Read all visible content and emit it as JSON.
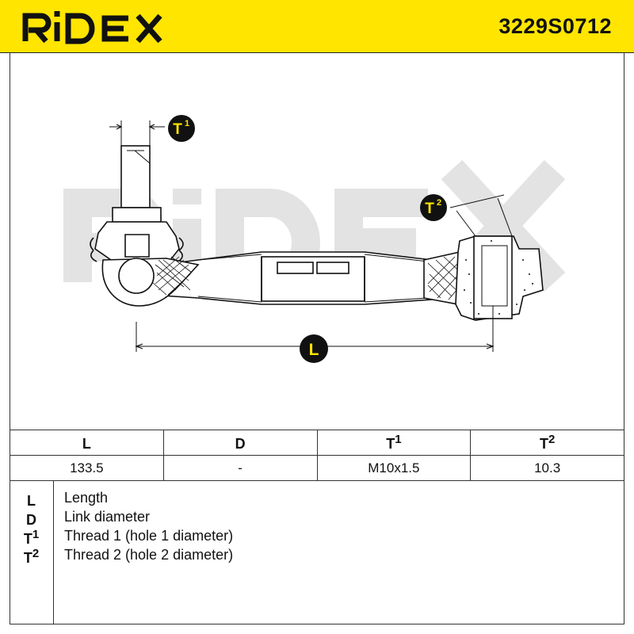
{
  "header": {
    "brand": "RIDEX",
    "part_number": "3229S0712",
    "background_color": "#ffe500"
  },
  "drawing": {
    "watermark": "RIDEX",
    "callouts": {
      "t1": {
        "base": "T",
        "sup": "1"
      },
      "t2": {
        "base": "T",
        "sup": "2"
      },
      "l": "L"
    }
  },
  "spec_table": {
    "headers": [
      {
        "base": "L",
        "sup": ""
      },
      {
        "base": "D",
        "sup": ""
      },
      {
        "base": "T",
        "sup": "1"
      },
      {
        "base": "T",
        "sup": "2"
      }
    ],
    "values": [
      "133.5",
      "-",
      "M10x1.5",
      "10.3"
    ]
  },
  "legend": [
    {
      "sym_base": "L",
      "sym_sup": "",
      "desc": "Length"
    },
    {
      "sym_base": "D",
      "sym_sup": "",
      "desc": "Link diameter"
    },
    {
      "sym_base": "T",
      "sym_sup": "1",
      "desc": "Thread 1 (hole 1 diameter)"
    },
    {
      "sym_base": "T",
      "sym_sup": "2",
      "desc": "Thread 2 (hole 2 diameter)"
    }
  ]
}
